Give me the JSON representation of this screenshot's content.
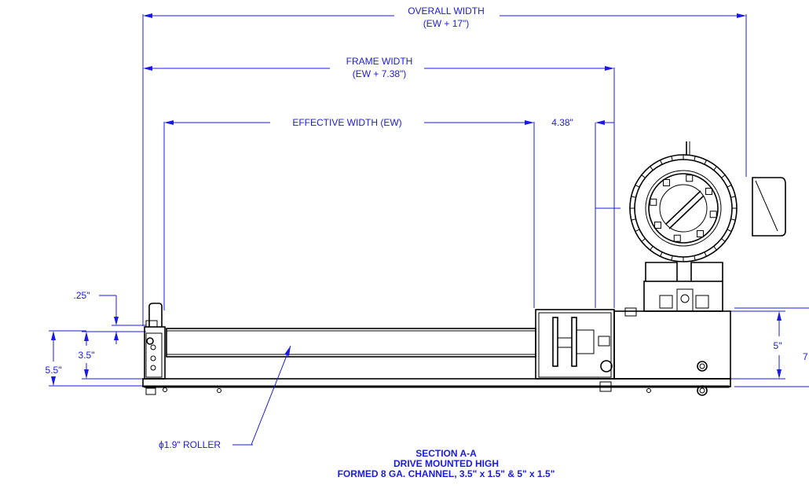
{
  "dimensions": {
    "overall_width": "OVERALL WIDTH",
    "overall_width_formula": "(EW + 17\")",
    "frame_width": "FRAME WIDTH",
    "frame_width_formula": "(EW + 7.38\")",
    "effective_width": "EFFECTIVE WIDTH (EW)",
    "side_offset": "4.38\"",
    "lip_height": ".25\"",
    "channel_small": "3.5\"",
    "height_left": "5.5\"",
    "channel_large": "5\"",
    "height_right": "7"
  },
  "callouts": {
    "roller": "ϕ1.9\" ROLLER"
  },
  "title_block": {
    "line1": "SECTION A-A",
    "line2": "DRIVE MOUNTED HIGH",
    "line3": "FORMED 8 GA. CHANNEL, 3.5\" x 1.5\"  &  5\" x 1.5\""
  },
  "colors": {
    "dimension": "#1a1ae6",
    "linework": "#000000"
  }
}
